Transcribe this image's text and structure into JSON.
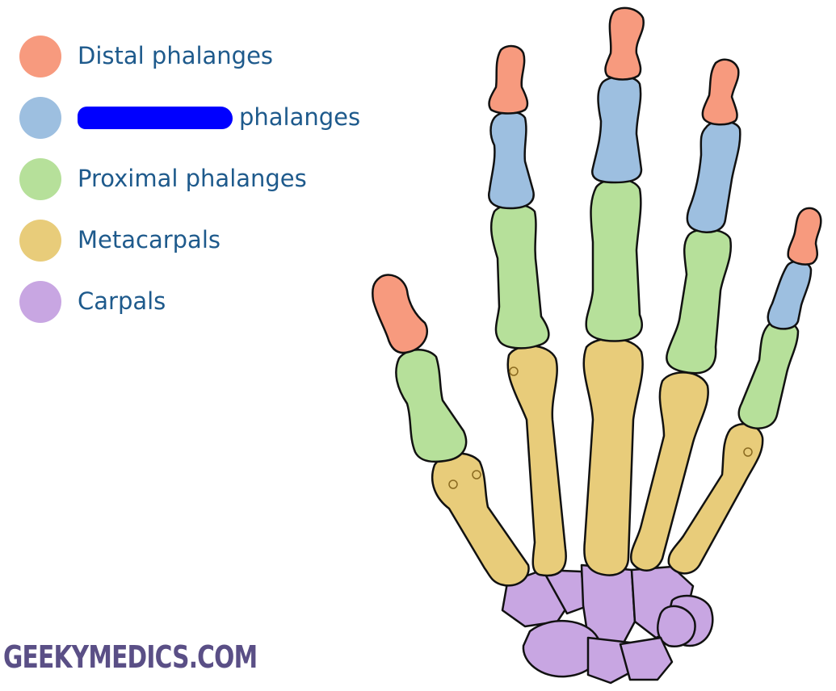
{
  "legend": {
    "items": [
      {
        "label": "Distal phalanges",
        "color": "#f79a7e"
      },
      {
        "label": "phalanges",
        "color": "#9dbfe0",
        "redacted_prefix": true
      },
      {
        "label": "Proximal phalanges",
        "color": "#b6e09a"
      },
      {
        "label": "Metacarpals",
        "color": "#e8cc7a"
      },
      {
        "label": "Carpals",
        "color": "#c8a6e2"
      }
    ]
  },
  "watermark": "GEEKYMEDICS.COM",
  "colors": {
    "distal": "#f79a7e",
    "middle": "#9dbfe0",
    "proximal": "#b6e09a",
    "metacarpal": "#e8cc7a",
    "carpal": "#c8a6e2",
    "label_text": "#1e5a8c",
    "redaction": "#0000ff",
    "watermark": "#5a4f86"
  }
}
